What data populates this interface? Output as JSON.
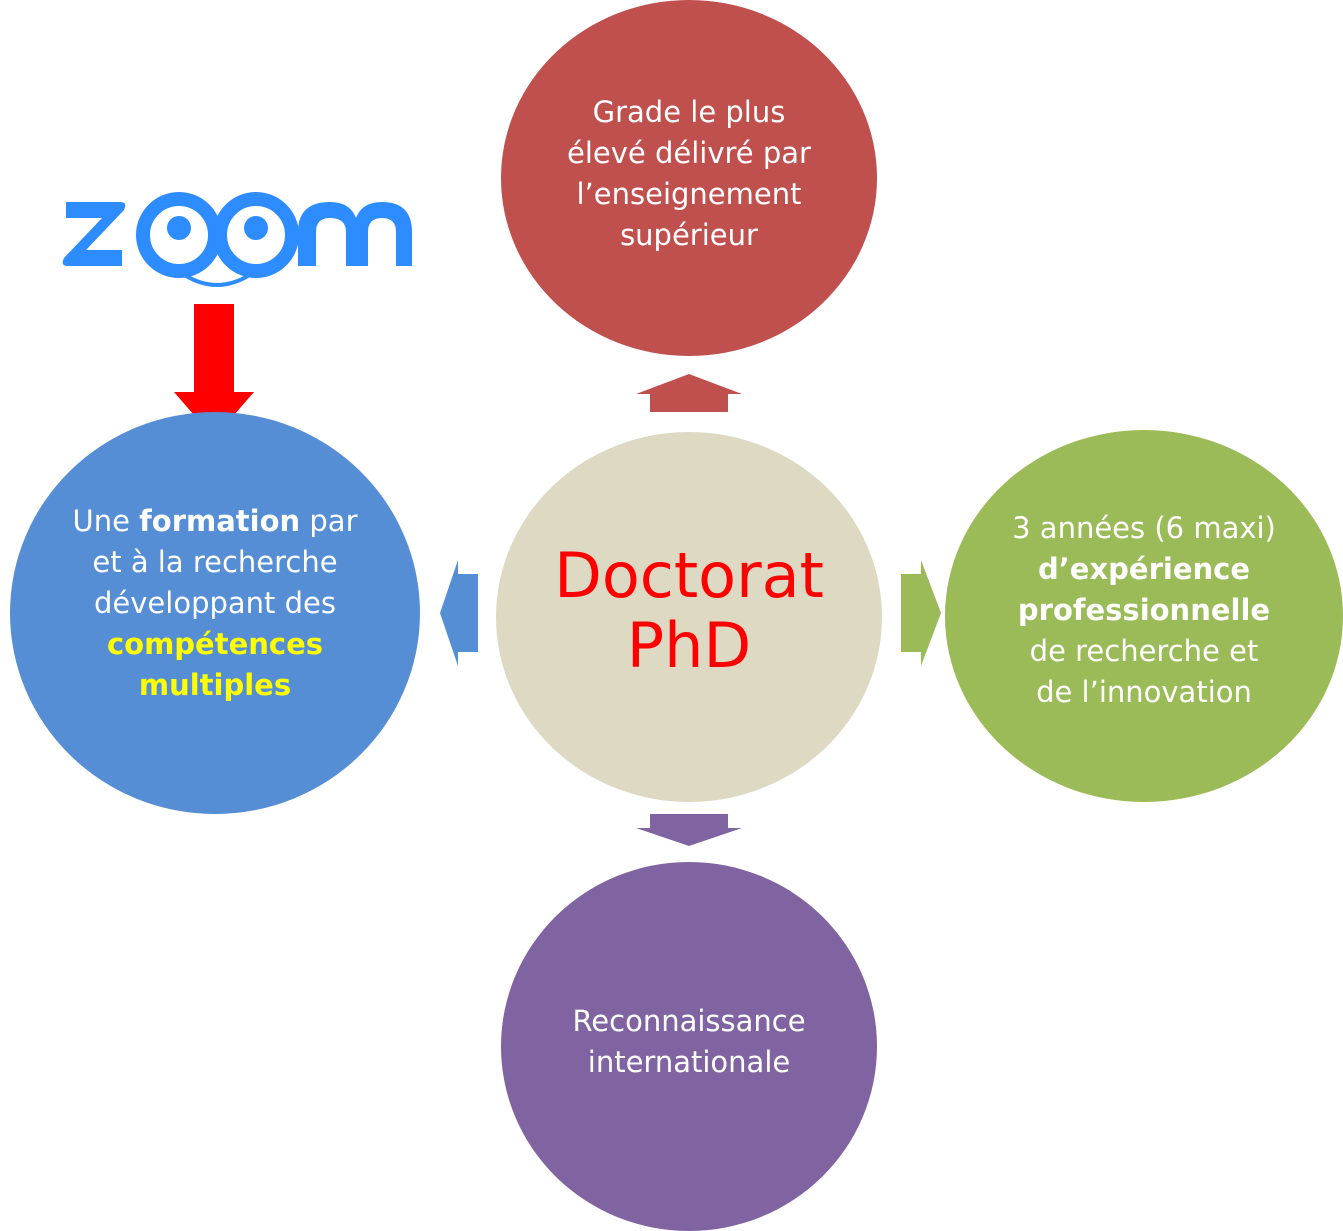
{
  "diagram": {
    "center": {
      "lines": [
        "Doctorat",
        "PhD"
      ],
      "text_color": "#ff0000",
      "fill": "#ddd9c3"
    },
    "top": {
      "lines": [
        "Grade le plus",
        "élevé délivré par",
        "l’enseignement",
        "supérieur"
      ],
      "fill": "#c0504d"
    },
    "left": {
      "line1_a": "Une ",
      "line1_b": "formation",
      "line1_c": " par",
      "line2": "et à la recherche",
      "line3": "développant des",
      "line4": "compétences",
      "line5": "multiples",
      "fill": "#558ed5",
      "highlight_color": "#ffff00"
    },
    "right": {
      "line1": "3 années (6 maxi)",
      "line2": "d’expérience",
      "line3": "professionnelle",
      "line4": "de recherche et",
      "line5": "de l’innovation",
      "fill": "#9bbb59"
    },
    "bottom": {
      "lines": [
        "Reconnaissance",
        "internationale"
      ],
      "fill": "#8064a2"
    }
  },
  "logo": {
    "text": "zoom",
    "color": "#2d8cff",
    "icon": "zoom-logo"
  },
  "pointer_arrow": {
    "color": "#ff0000",
    "icon": "down-arrow-icon"
  }
}
